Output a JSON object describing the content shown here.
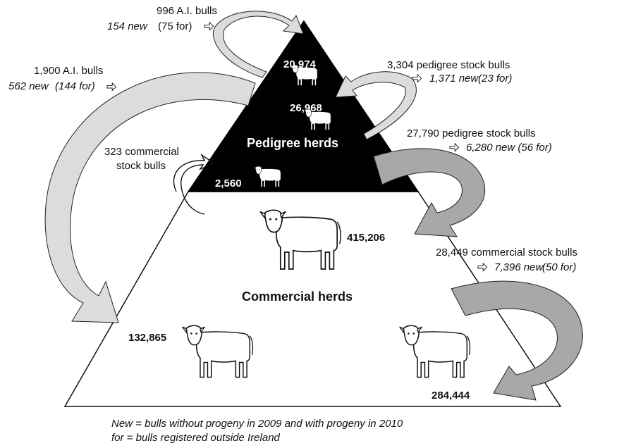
{
  "title_pedigree": "Pedigree herds",
  "title_commercial": "Commercial herds",
  "counts": {
    "top": "20,974",
    "middle": "26,968",
    "pedigree_bottom": "2,560",
    "commercial_top": "415,206",
    "commercial_left": "132,865",
    "commercial_right": "284,444"
  },
  "flows": {
    "ai_top": {
      "total": "996 A.I. bulls",
      "new": "154 new",
      "for": "(75 for)"
    },
    "ai_left": {
      "total": "1,900 A.I. bulls",
      "new": "562 new",
      "for": "(144 for)"
    },
    "pedigree_loop": {
      "total": "3,304 pedigree stock bulls",
      "new": "1,371 new",
      "for": "(23 for)"
    },
    "pedigree_out": {
      "total": "27,790 pedigree stock bulls",
      "new": "6,280 new (56 for)"
    },
    "commercial_loop": {
      "line1": "323 commercial",
      "line2": "stock bulls"
    },
    "commercial_out": {
      "total": "28,449 commercial stock bulls",
      "new": "7,396 new",
      "for": "(50 for)"
    }
  },
  "footnote": {
    "line1": "New = bulls without progeny in 2009 and with progeny in 2010",
    "line2": "for = bulls registered outside Ireland"
  },
  "colors": {
    "pedigree_fill": "#000000",
    "dark_arrow": "#a8a8a8",
    "light_arrow": "#dcdcdc"
  }
}
